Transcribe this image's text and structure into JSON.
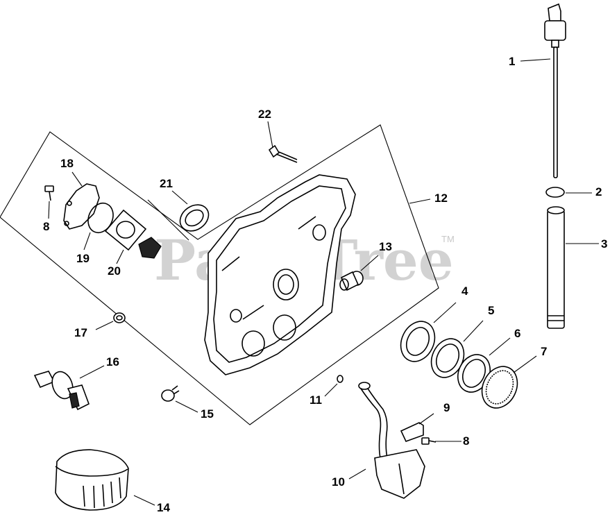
{
  "watermark": {
    "text": "PartsTree",
    "trademark": "TM"
  },
  "callouts": {
    "c1": "1",
    "c2": "2",
    "c3": "3",
    "c4": "4",
    "c5": "5",
    "c6": "6",
    "c7": "7",
    "c8a": "8",
    "c8b": "8",
    "c9": "9",
    "c10": "10",
    "c11": "11",
    "c12": "12",
    "c13": "13",
    "c14": "14",
    "c15": "15",
    "c16": "16",
    "c17": "17",
    "c18": "18",
    "c19": "19",
    "c20": "20",
    "c21": "21",
    "c22": "22"
  }
}
